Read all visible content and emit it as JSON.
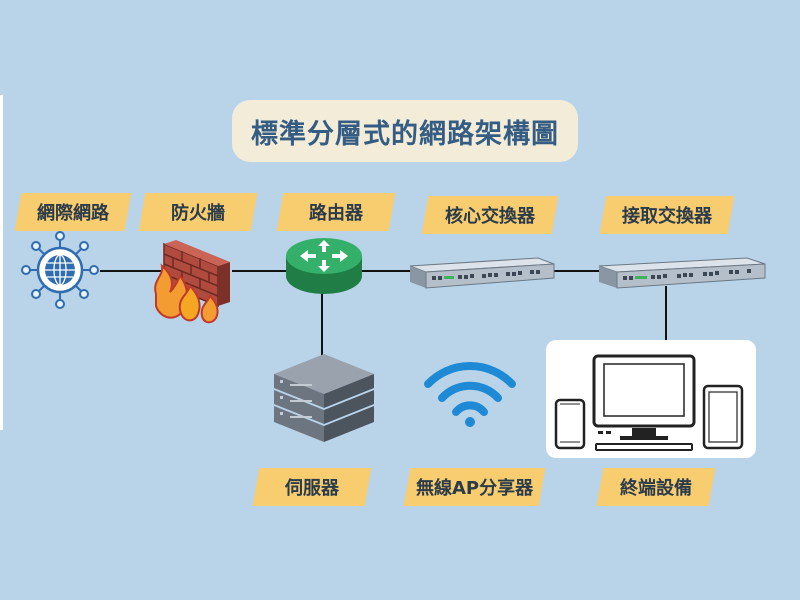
{
  "title": "標準分層式的網路架構圖",
  "labels": {
    "internet": "網際網路",
    "firewall": "防火牆",
    "router": "路由器",
    "core_switch": "核心交換器",
    "access_switch": "接取交換器",
    "server": "伺服器",
    "wifi_ap": "無線AP分享器",
    "end_devices": "終端設備"
  },
  "colors": {
    "background": "#b9d3e8",
    "title_box": "#f2ecd9",
    "title_text": "#355d83",
    "tag": "#f7cd70",
    "router": "#2e9e5b",
    "wifi": "#1e8ad6",
    "brick": "#a0453a",
    "fire": "#f39c32"
  },
  "icons": [
    "globe-network-icon",
    "firewall-icon",
    "router-icon",
    "switch-icon",
    "server-icon",
    "wifi-icon",
    "desktop-icon",
    "phone-icon",
    "tablet-icon"
  ]
}
